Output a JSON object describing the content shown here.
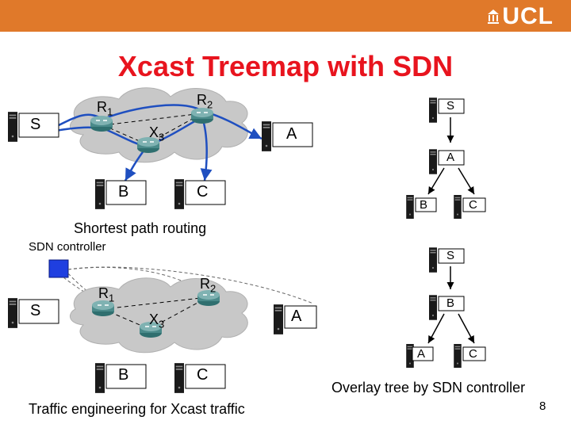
{
  "header": {
    "logo_text": "UCL",
    "accent_color": "#e0792a",
    "title_color": "#e8141e"
  },
  "slide": {
    "title": "Xcast Treemap with SDN",
    "page_number": "8"
  },
  "top_network": {
    "routers": [
      "R1",
      "R2",
      "X3"
    ],
    "hosts": [
      "S",
      "A",
      "B",
      "C"
    ],
    "caption": "Shortest path routing"
  },
  "top_tree": {
    "nodes": [
      "S",
      "A",
      "B",
      "C"
    ]
  },
  "bottom_network": {
    "controller_label": "SDN controller",
    "routers": [
      "R1",
      "R2",
      "X3"
    ],
    "hosts": [
      "S",
      "A",
      "B",
      "C"
    ],
    "caption": "Traffic engineering for Xcast traffic"
  },
  "bottom_tree": {
    "nodes": [
      "S",
      "B",
      "A",
      "C"
    ],
    "caption": "Overlay tree by SDN controller"
  },
  "colors": {
    "path_blue": "#1f4fc0",
    "controller_blue": "#1f3fe0",
    "cloud_gray": "#c8c8c8",
    "router_teal": "#4a8a8a"
  }
}
